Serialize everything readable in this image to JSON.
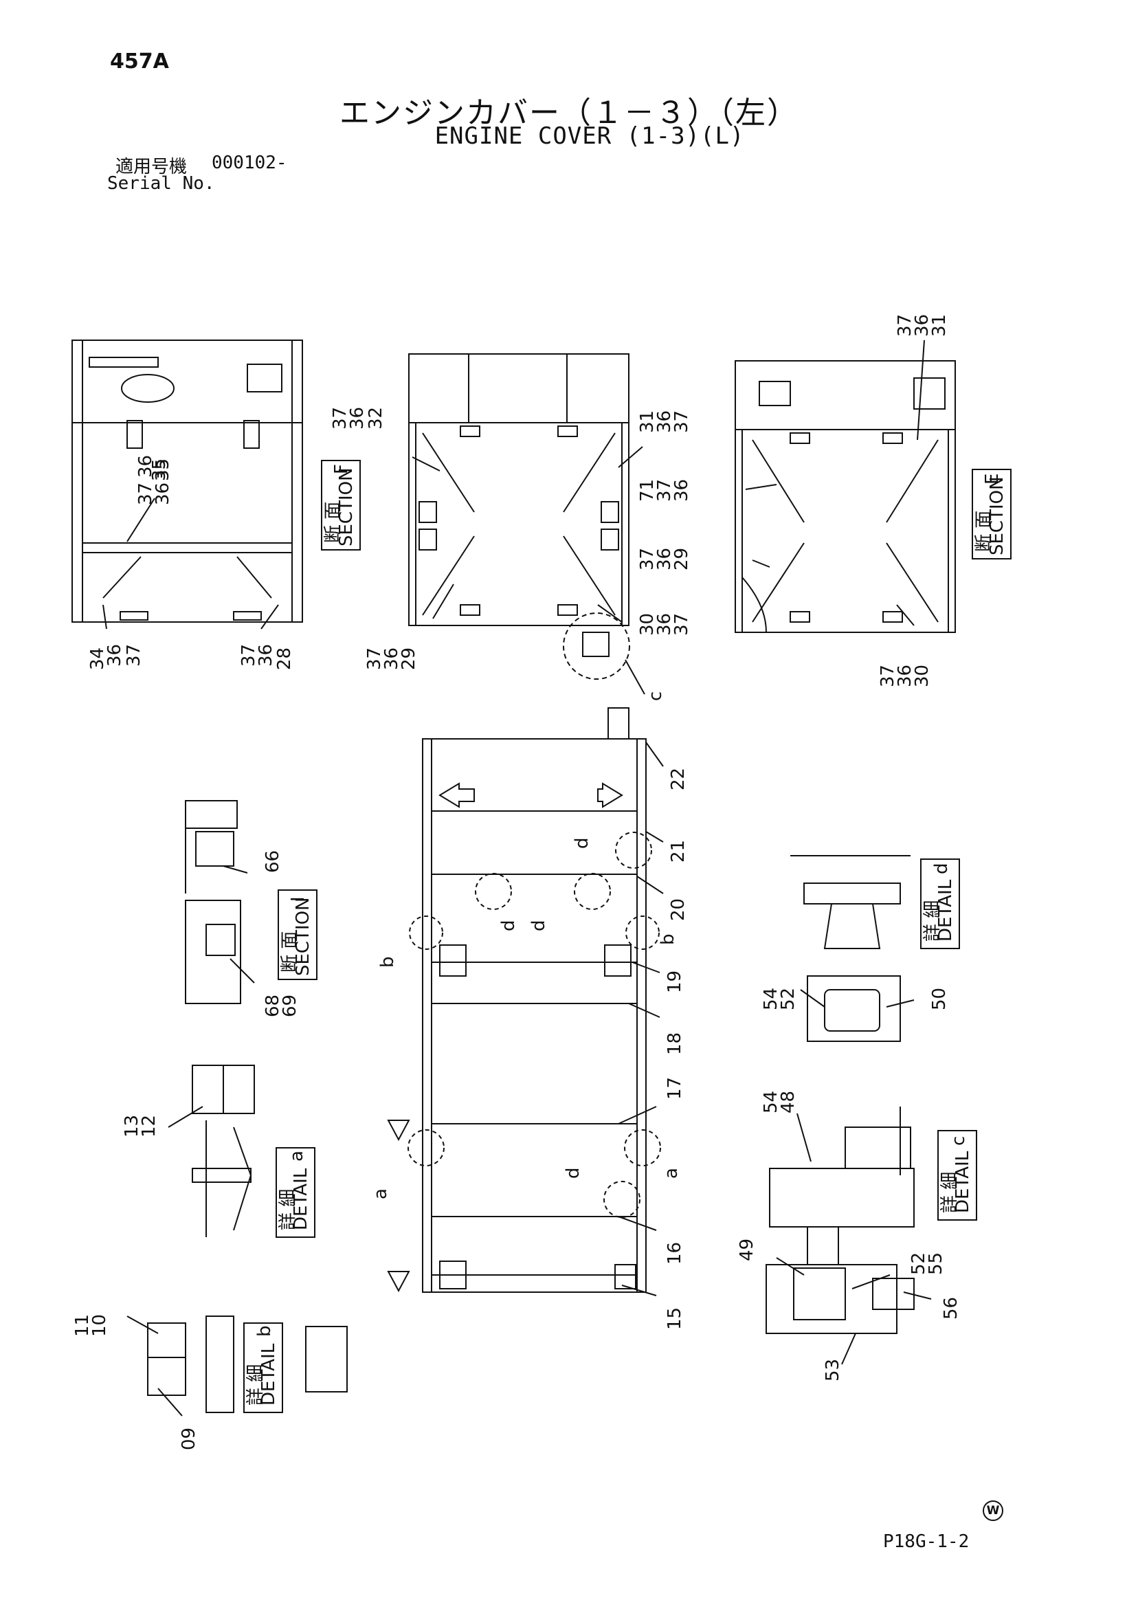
{
  "header": {
    "page_number": "457A",
    "title_jp": "エンジンカバー（１－３）（左）",
    "title_en": "ENGINE COVER (1-3)(L)",
    "serial_label_jp": "適用号機",
    "serial_value": "000102-",
    "serial_label_en": "Serial No."
  },
  "footer": {
    "page_code": "P18G-1-2",
    "mark": "W"
  },
  "sections": {
    "section_word": "SECTION",
    "detail_word": "DETAIL",
    "section_jp": "断 面",
    "detail_jp": "詳 細",
    "F": "F",
    "E": "E",
    "I": "I",
    "a": "a",
    "b": "b",
    "c": "c",
    "d": "d"
  },
  "callouts": {
    "top_left": [
      "37",
      "36",
      "35",
      "34",
      "36",
      "37",
      "37",
      "36",
      "28"
    ],
    "top_middle": [
      "37",
      "36",
      "32",
      "31",
      "36",
      "37",
      "71",
      "37",
      "36",
      "37",
      "36",
      "29",
      "37",
      "36",
      "29",
      "30",
      "36",
      "37"
    ],
    "top_right": [
      "37",
      "36",
      "31",
      "37",
      "36",
      "30"
    ],
    "plan": [
      "22",
      "21",
      "20",
      "19",
      "18",
      "17",
      "16",
      "15"
    ],
    "plan_letters": [
      "d",
      "d",
      "d",
      "d",
      "b",
      "b",
      "a",
      "a",
      "c"
    ],
    "left_details": [
      "66",
      "68",
      "69",
      "13",
      "12",
      "11",
      "10",
      "09"
    ],
    "right_details": [
      "54",
      "52",
      "50",
      "54",
      "48",
      "49",
      "52",
      "55",
      "56",
      "53"
    ]
  }
}
